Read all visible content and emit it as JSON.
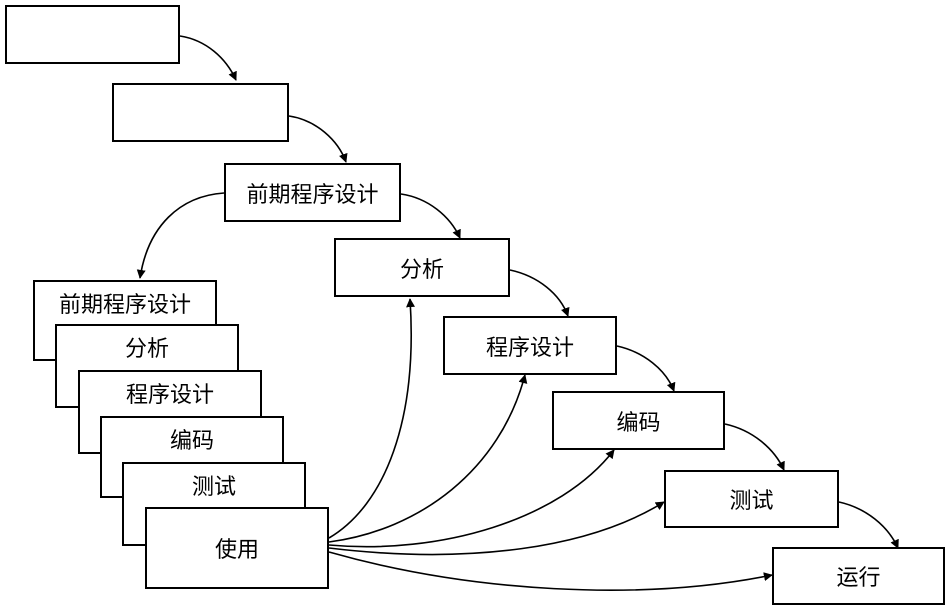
{
  "waterfall": {
    "boxes": [
      {
        "label": ""
      },
      {
        "label": ""
      },
      {
        "label": "前期程序设计"
      },
      {
        "label": "分析"
      },
      {
        "label": "程序设计"
      },
      {
        "label": "编码"
      },
      {
        "label": "测试"
      },
      {
        "label": "运行"
      }
    ]
  },
  "stack": {
    "items": [
      {
        "label": "前期程序设计"
      },
      {
        "label": "分析"
      },
      {
        "label": "程序设计"
      },
      {
        "label": "编码"
      },
      {
        "label": "测试"
      },
      {
        "label": "使用"
      }
    ]
  },
  "colors": {
    "stroke": "#000000",
    "fill": "#ffffff"
  }
}
